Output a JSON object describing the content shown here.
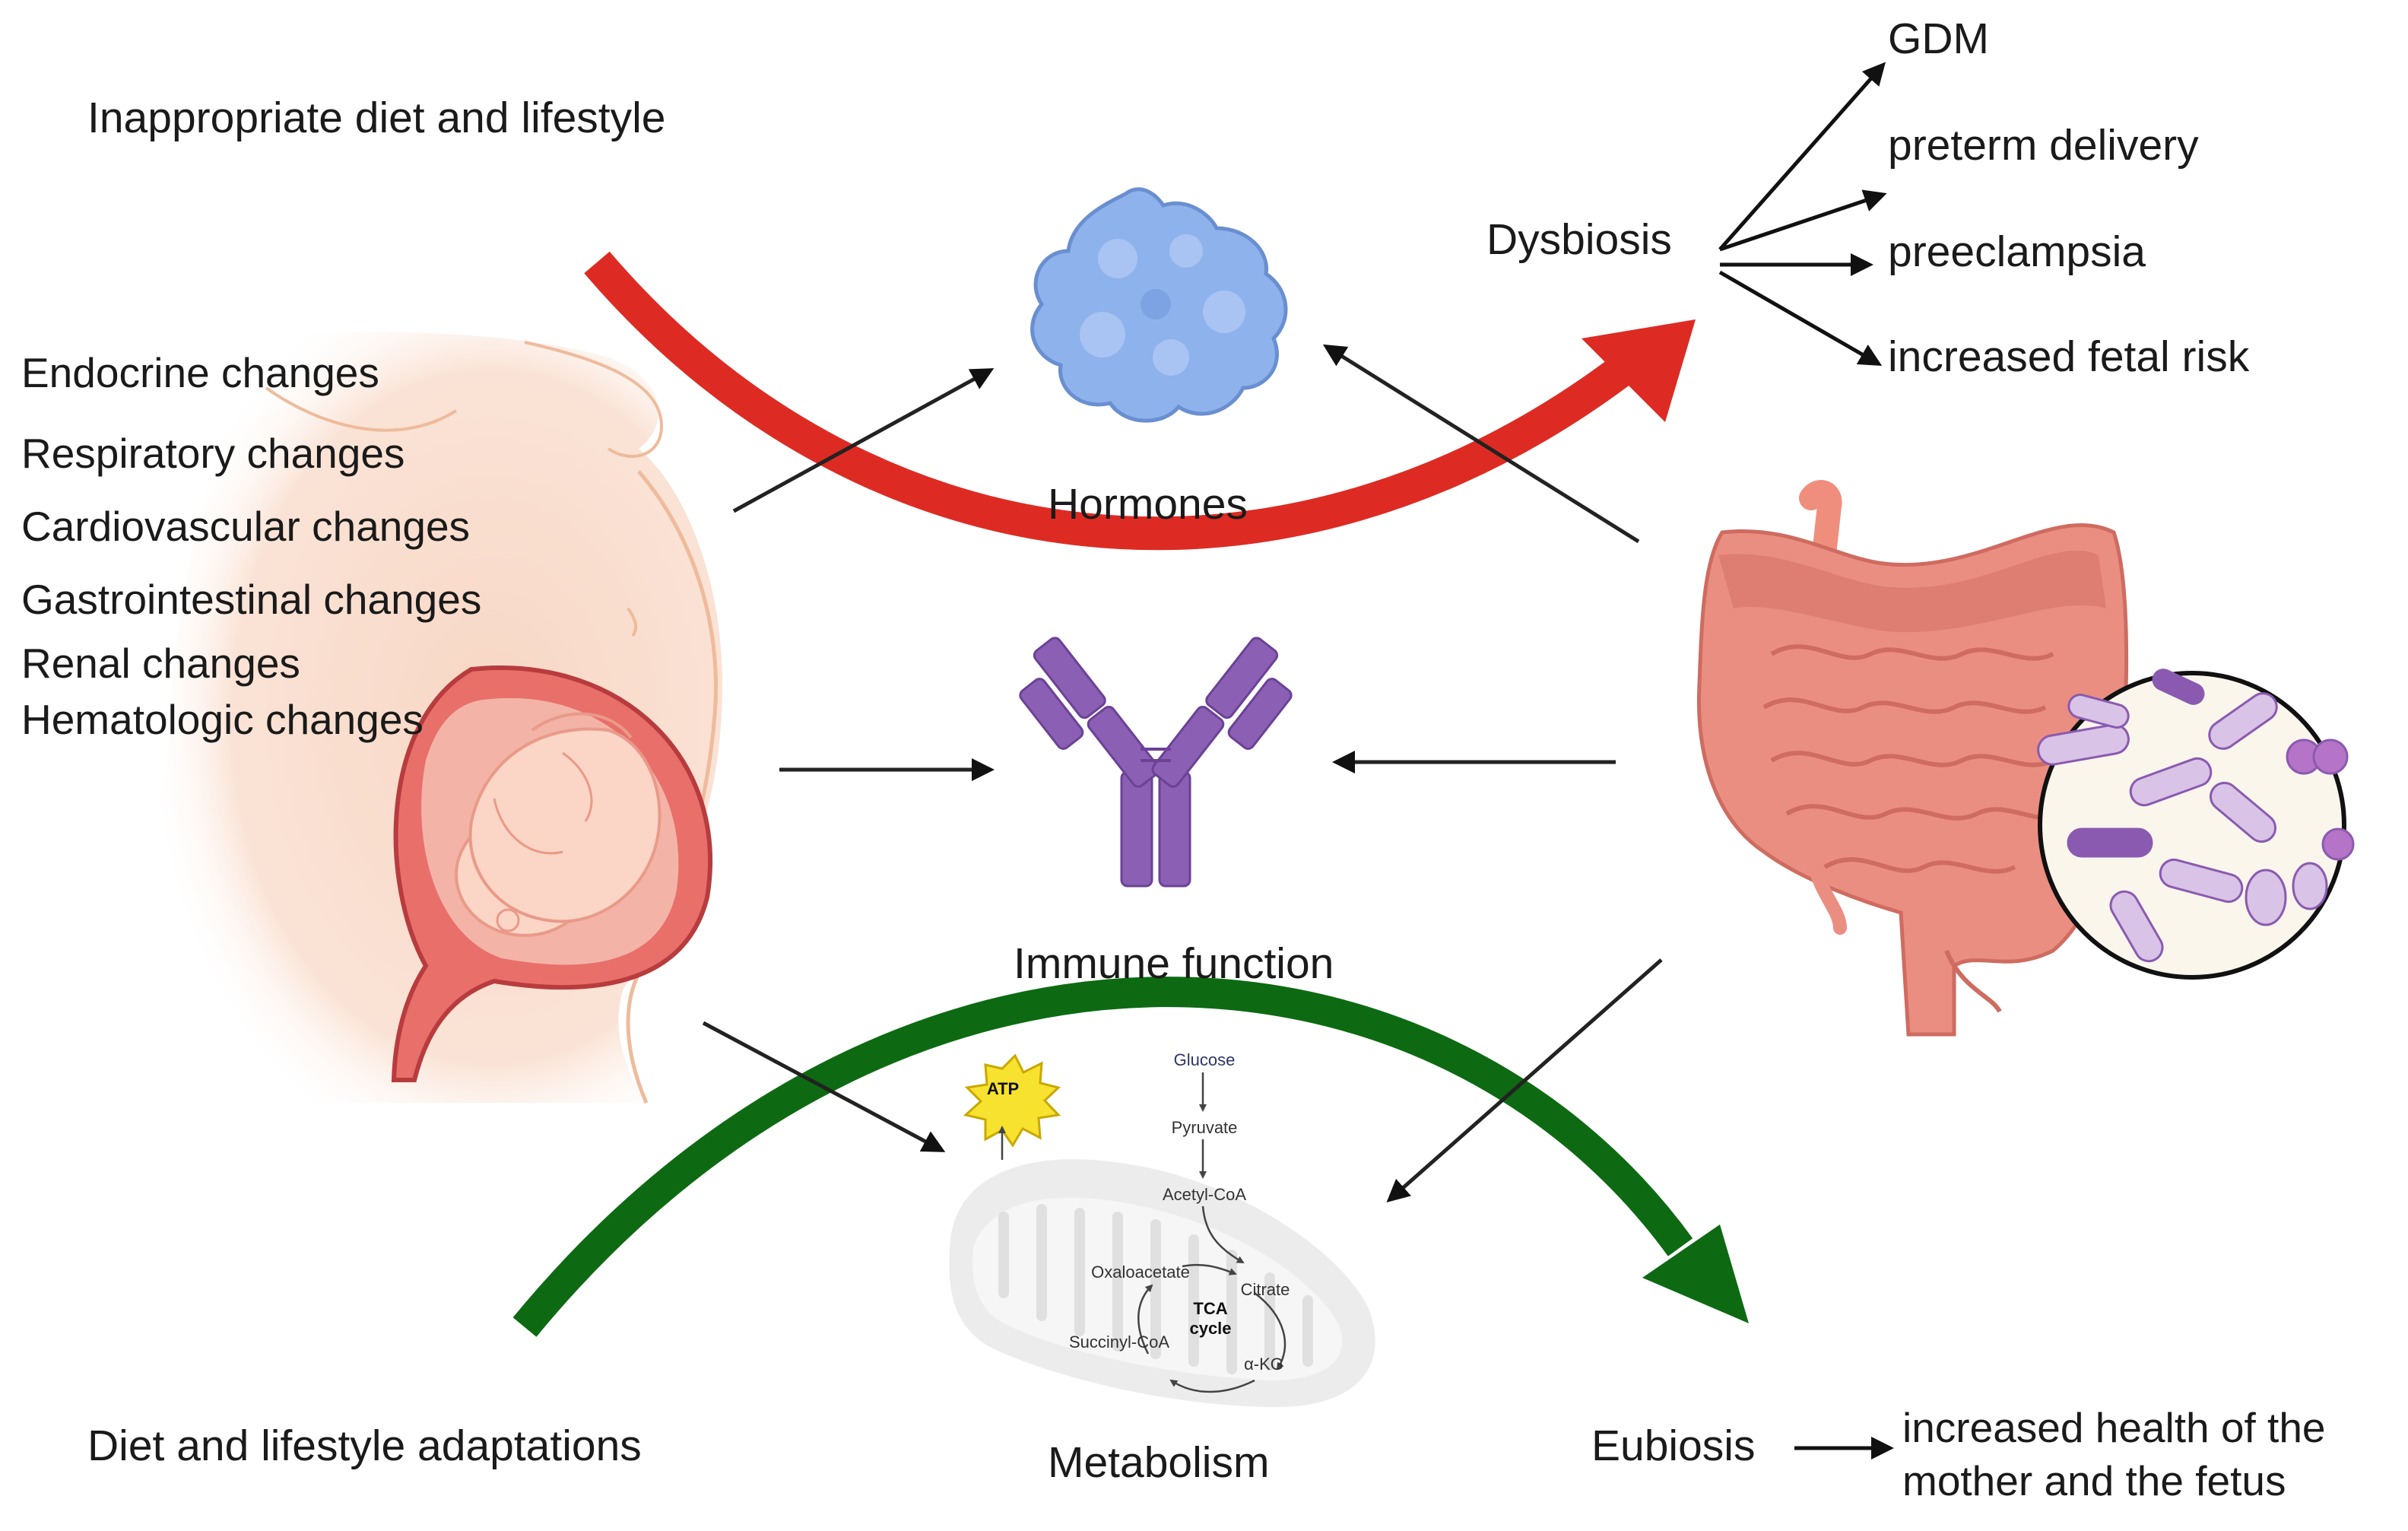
{
  "top_left_label": "Inappropriate diet and lifestyle",
  "bottom_left_label": "Diet and lifestyle adaptations",
  "maternal_changes": [
    "Endocrine changes",
    "Respiratory changes",
    "Cardiovascular changes",
    "Gastrointestinal changes",
    "Renal changes",
    "Hematologic changes"
  ],
  "center": {
    "hormones": "Hormones",
    "immune": "Immune function",
    "metabolism": "Metabolism"
  },
  "dysbiosis": {
    "label": "Dysbiosis",
    "outcomes": [
      "GDM",
      "preterm delivery",
      "preeclampsia",
      "increased fetal risk"
    ]
  },
  "eubiosis": {
    "label": "Eubiosis",
    "outcome_line1": "increased health of  the",
    "outcome_line2": "mother and the fetus"
  },
  "metabolic_pathway": {
    "atp": "ATP",
    "glucose": "Glucose",
    "pyruvate": "Pyruvate",
    "acetyl_coa": "Acetyl-CoA",
    "oxaloacetate": "Oxaloacetate",
    "citrate": "Citrate",
    "tca_line1": "TCA",
    "tca_line2": "cycle",
    "succinyl_coa": "Succinyl-CoA",
    "akg": "α-KG"
  },
  "colors": {
    "red_arrow": "#dd2b23",
    "green_arrow": "#0d6a12",
    "hormone_blue": "#8eb2ec",
    "antibody_purple": "#8b5fb4",
    "intestine": "#eb8e82",
    "skin": "#f7d2bf"
  }
}
